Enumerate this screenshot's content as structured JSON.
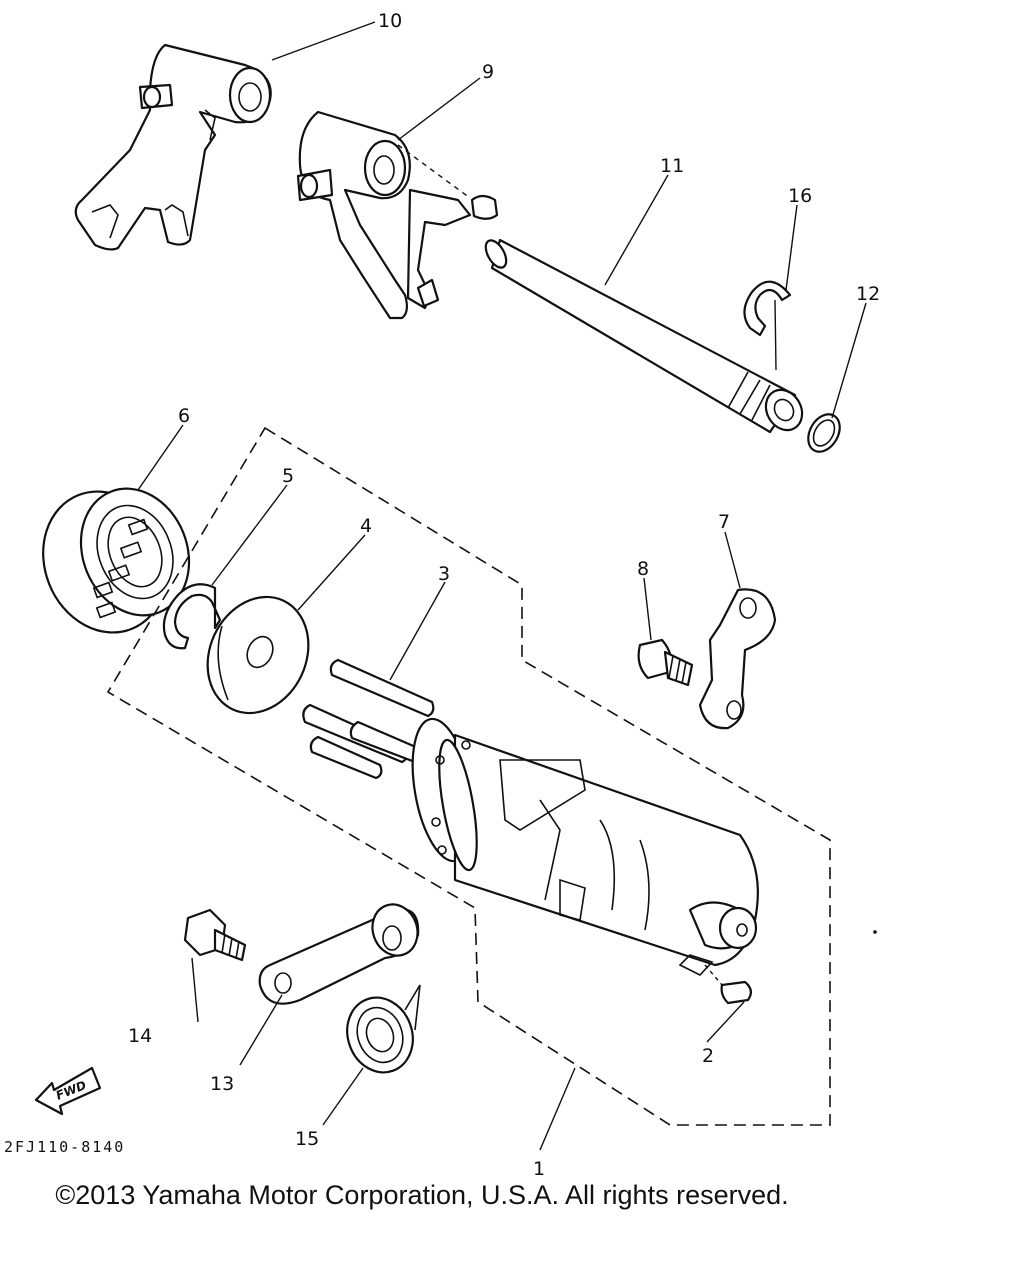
{
  "diagram": {
    "callouts": [
      "10",
      "9",
      "11",
      "16",
      "12",
      "6",
      "5",
      "4",
      "3",
      "7",
      "8",
      "14",
      "13",
      "15",
      "2",
      "1"
    ],
    "drawing_code": "2FJ110-8140",
    "fwd_label": "FWD",
    "icons": [
      "fwd-arrow-icon"
    ]
  },
  "footer": {
    "copyright": "©2013 Yamaha Motor Corporation, U.S.A. All rights reserved."
  }
}
